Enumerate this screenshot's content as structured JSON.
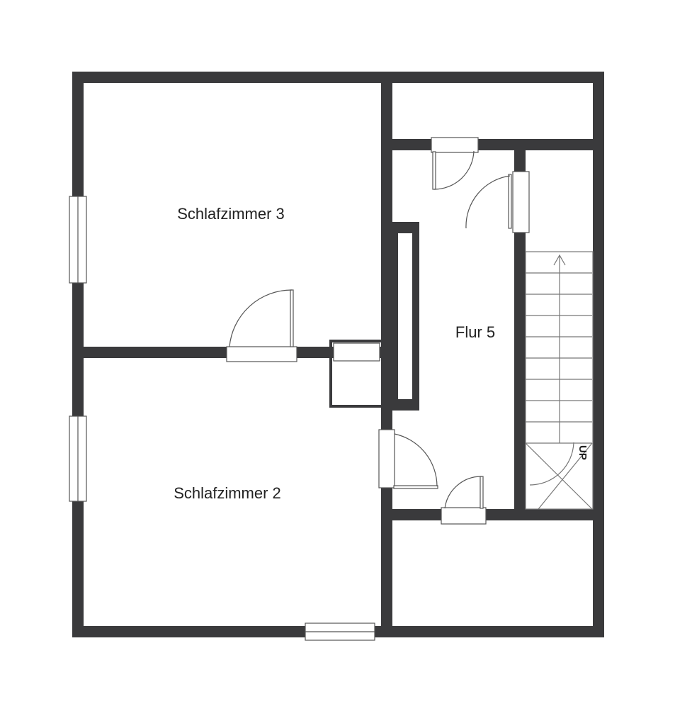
{
  "floorplan": {
    "rooms": {
      "bedroom3": "Schlafzimmer 3",
      "bedroom2": "Schlafzimmer 2",
      "hallway": "Flur 5"
    },
    "stairs": {
      "direction_label": "UP"
    },
    "colors": {
      "wall": "#3a3a3c",
      "background": "#ffffff",
      "line": "#555555"
    }
  }
}
